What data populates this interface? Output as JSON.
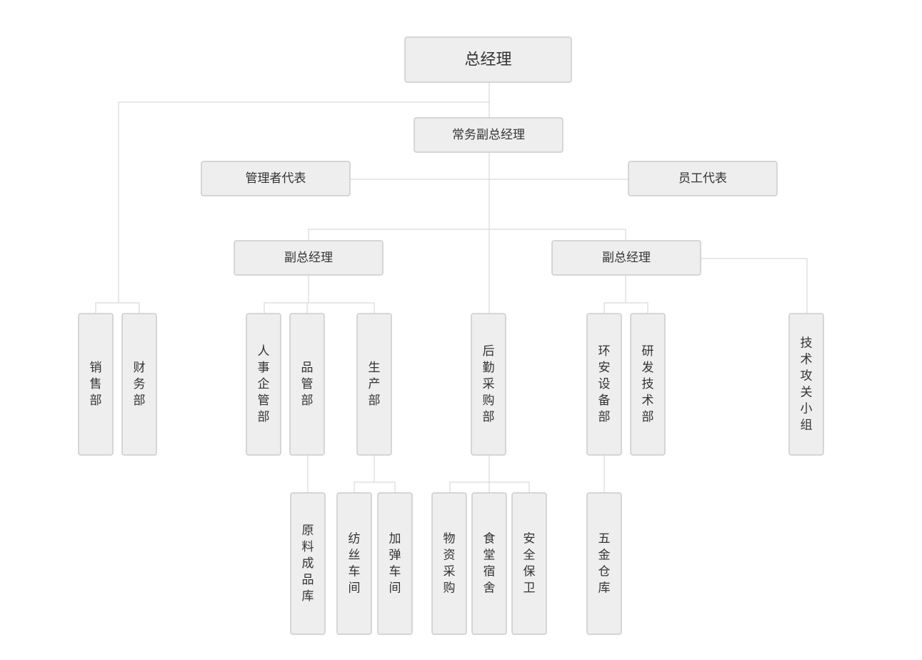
{
  "nodes": {
    "gm": "总经理",
    "exec_vp": "常务副总经理",
    "mgmt_rep": "管理者代表",
    "staff_rep": "员工代表",
    "vp_left": "副总经理",
    "vp_right": "副总经理",
    "sales": "销售部",
    "finance": "财务部",
    "hr_admin": "人事企管部",
    "quality": "品管部",
    "production": "生产部",
    "logistics": "后勤采购部",
    "env_safety": "环安设备部",
    "rnd": "研发技术部",
    "tech_team": "技术攻关小组",
    "warehouse": "原料成品库",
    "spinning": "纺丝车间",
    "texturing": "加弹车间",
    "purchasing": "物资采购",
    "canteen": "食堂宿舍",
    "security": "安全保卫",
    "hardware": "五金仓库"
  }
}
